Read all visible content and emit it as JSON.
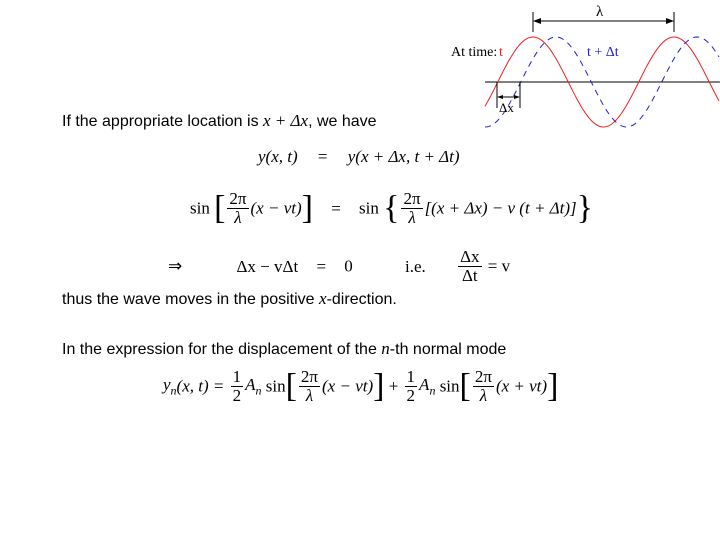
{
  "figure": {
    "lambda_label": "λ",
    "at_time_label": "At time:",
    "t_label": "t",
    "t_dt_label": "t + Δt",
    "dx_label": "Δx",
    "colors": {
      "wave_t": "#ee2222",
      "wave_t_dt": "#2222cc"
    }
  },
  "text": {
    "intro_a": "If the appropriate location is ",
    "intro_math": "x + Δx",
    "intro_b": ", we have",
    "eq1_lhs": "y(x, t)",
    "eq1_eq": "=",
    "eq1_rhs": "y(x + Δx, t + Δt)",
    "eq2_sin_l": "sin",
    "eq2_frac_num": "2π",
    "eq2_frac_den": "λ",
    "eq2_lhs_arg": "(x − vt)",
    "eq2_eq": "=",
    "eq2_sin_r": "sin",
    "eq2_rhs_arg": "[(x + Δx) − v (t + Δt)]",
    "eq3_implies": "⇒",
    "eq3_lhs": "Δx − vΔt",
    "eq3_eq": "=",
    "eq3_rhs": "0",
    "eq3_ie": "i.e.",
    "eq3_frac_num": "Δx",
    "eq3_frac_den": "Δt",
    "eq3_result": "= v",
    "conclusion_a": "thus the wave moves in the positive ",
    "conclusion_math": "x",
    "conclusion_b": "-direction.",
    "mode_a": "In the expression for the displacement of the ",
    "mode_math": "n",
    "mode_b": "-th normal mode",
    "eq4_lhs": "y",
    "eq4_sub": "n",
    "eq4_args": "(x, t) =",
    "eq4_half_num": "1",
    "eq4_half_den": "2",
    "eq4_A": "A",
    "eq4_A_sub": "n",
    "eq4_sin": "sin",
    "eq4_frac_num": "2π",
    "eq4_frac_den": "λ",
    "eq4_arg1": "(x − vt)",
    "eq4_plus": "+",
    "eq4_arg2": "(x + vt)"
  }
}
